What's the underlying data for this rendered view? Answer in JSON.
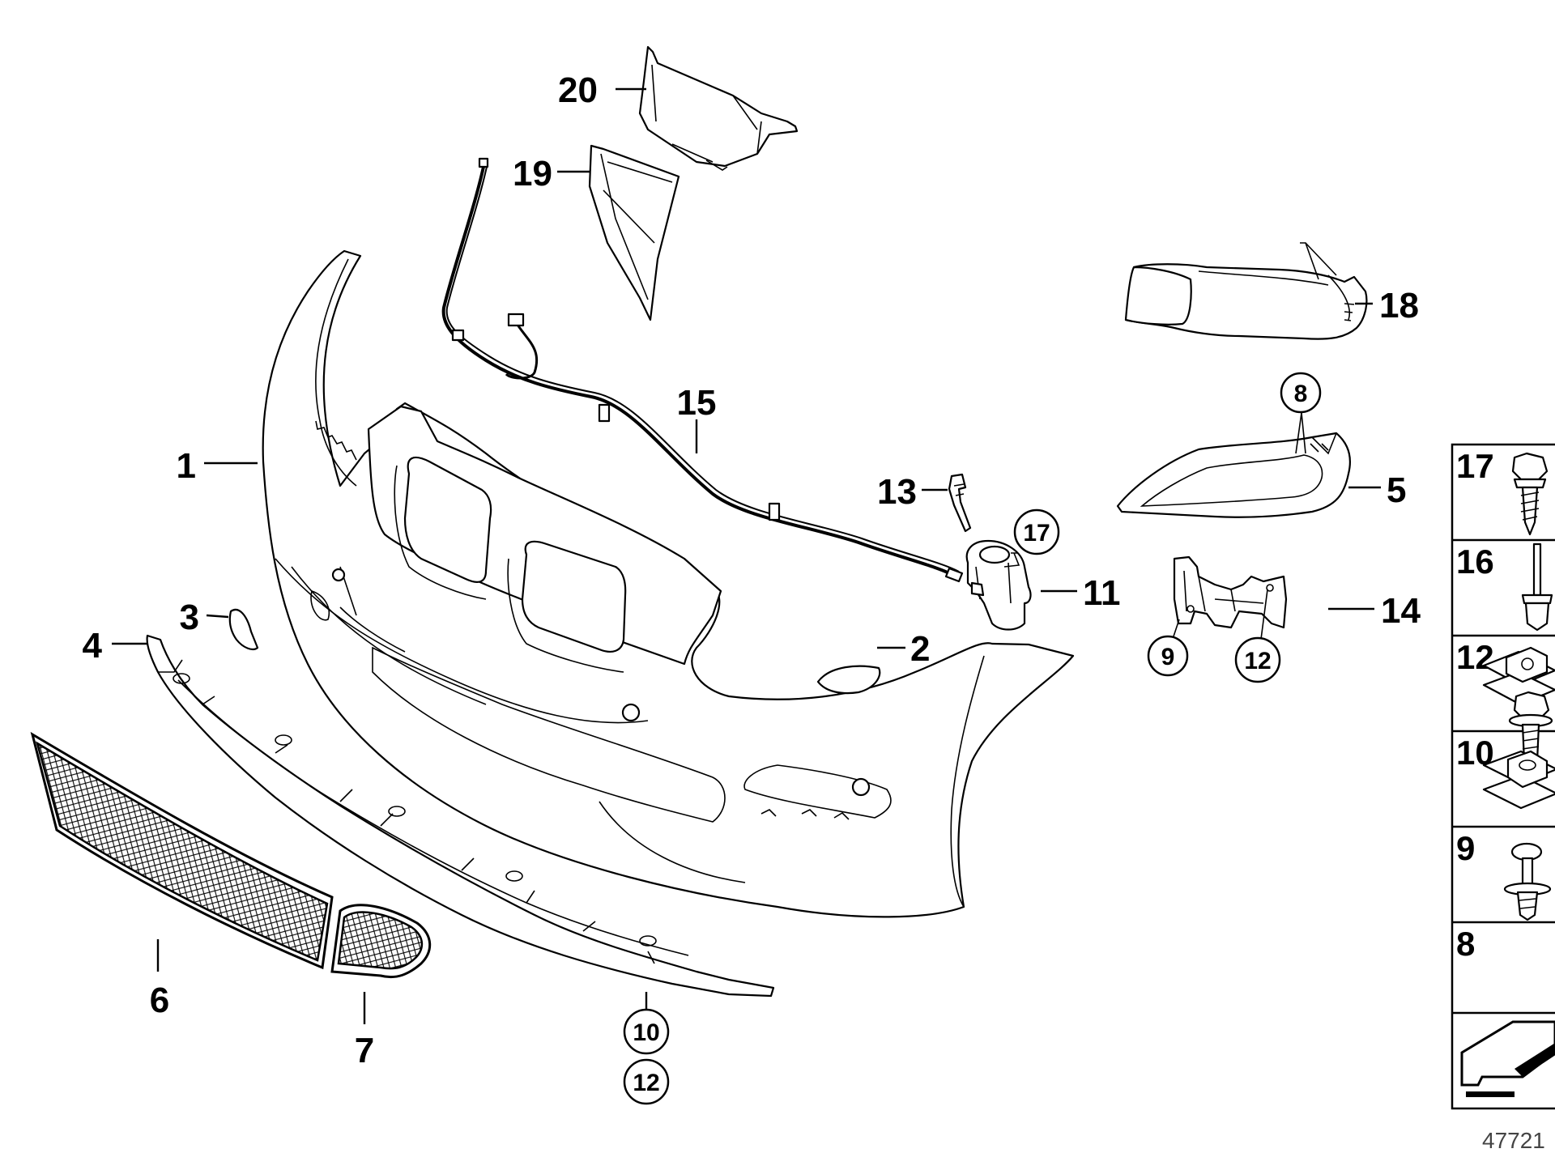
{
  "diagram": {
    "reference_number": "47721",
    "callouts": {
      "p1": "1",
      "p2": "2",
      "p3": "3",
      "p4": "4",
      "p5": "5",
      "p6": "6",
      "p7": "7",
      "p11": "11",
      "p13": "13",
      "p14": "14",
      "p15": "15",
      "p18": "18",
      "p19": "19",
      "p20": "20"
    },
    "circled_callouts": {
      "c8": "8",
      "c9": "9",
      "c10": "10",
      "c12a": "12",
      "c12b": "12",
      "c17": "17"
    },
    "legend": [
      "17",
      "16",
      "12",
      "10",
      "9",
      "8"
    ]
  }
}
